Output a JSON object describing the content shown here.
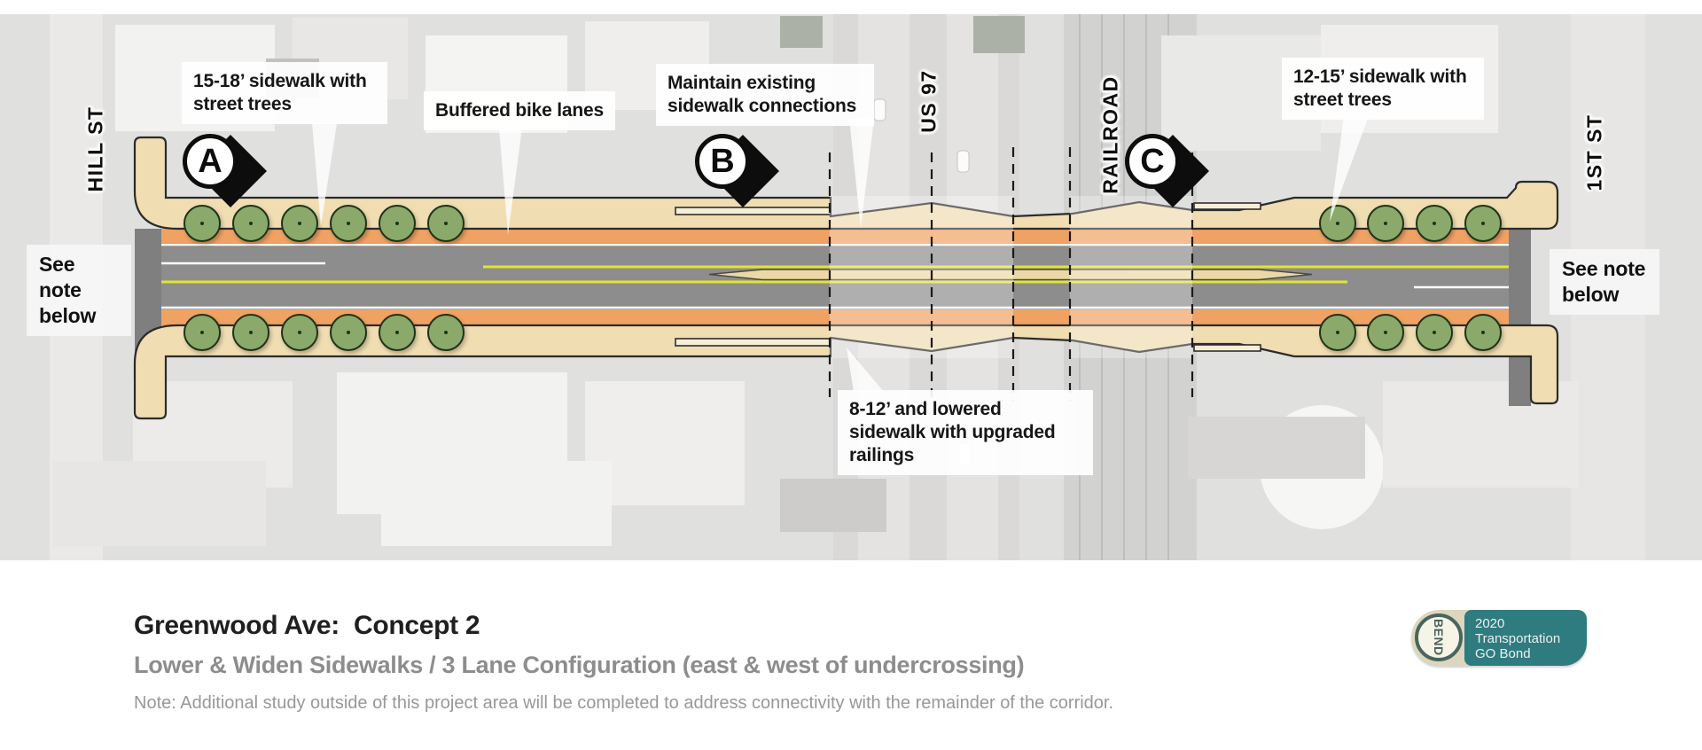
{
  "diagram": {
    "labels": {
      "hill_st": "HILL ST",
      "us_97": "US 97",
      "railroad": "RAILROAD",
      "first_st": "1ST ST"
    },
    "markers": [
      {
        "letter": "A"
      },
      {
        "letter": "B"
      },
      {
        "letter": "C"
      }
    ],
    "callouts": [
      {
        "text": "15-18’ sidewalk with street trees"
      },
      {
        "text": "Buffered bike lanes"
      },
      {
        "text": "Maintain existing sidewalk connections"
      },
      {
        "text": "12-15’ sidewalk with street trees"
      },
      {
        "text": "8-12’ and lowered sidewalk with upgraded railings"
      }
    ],
    "see_note_left": "See note below",
    "see_note_right": "See note below"
  },
  "footer": {
    "title_street": "Greenwood Ave:",
    "title_concept": "Concept 2",
    "subtitle": "Lower & Widen Sidewalks / 3 Lane Configuration (east & west of undercrossing)",
    "note": "Note: Additional study outside of this project area will be completed to address connectivity with the remainder of the corridor.",
    "logo": {
      "badge_text": "BEND",
      "line1": "2020",
      "line2": "Transportation",
      "line3": "GO Bond"
    }
  },
  "colors": {
    "sidewalk_tan": "#f0ddb2",
    "sidewalk_under_bridge": "#f6ecd3",
    "bike_lane_orange": "#f0a263",
    "roadway_gray": "#8d8d8d",
    "median_tan": "#ecd8a6",
    "tree_green": "#8aa96b",
    "lane_yellow": "#e2e431",
    "logo_teal": "#2e7b80",
    "logo_beige": "#dcd6bc"
  }
}
